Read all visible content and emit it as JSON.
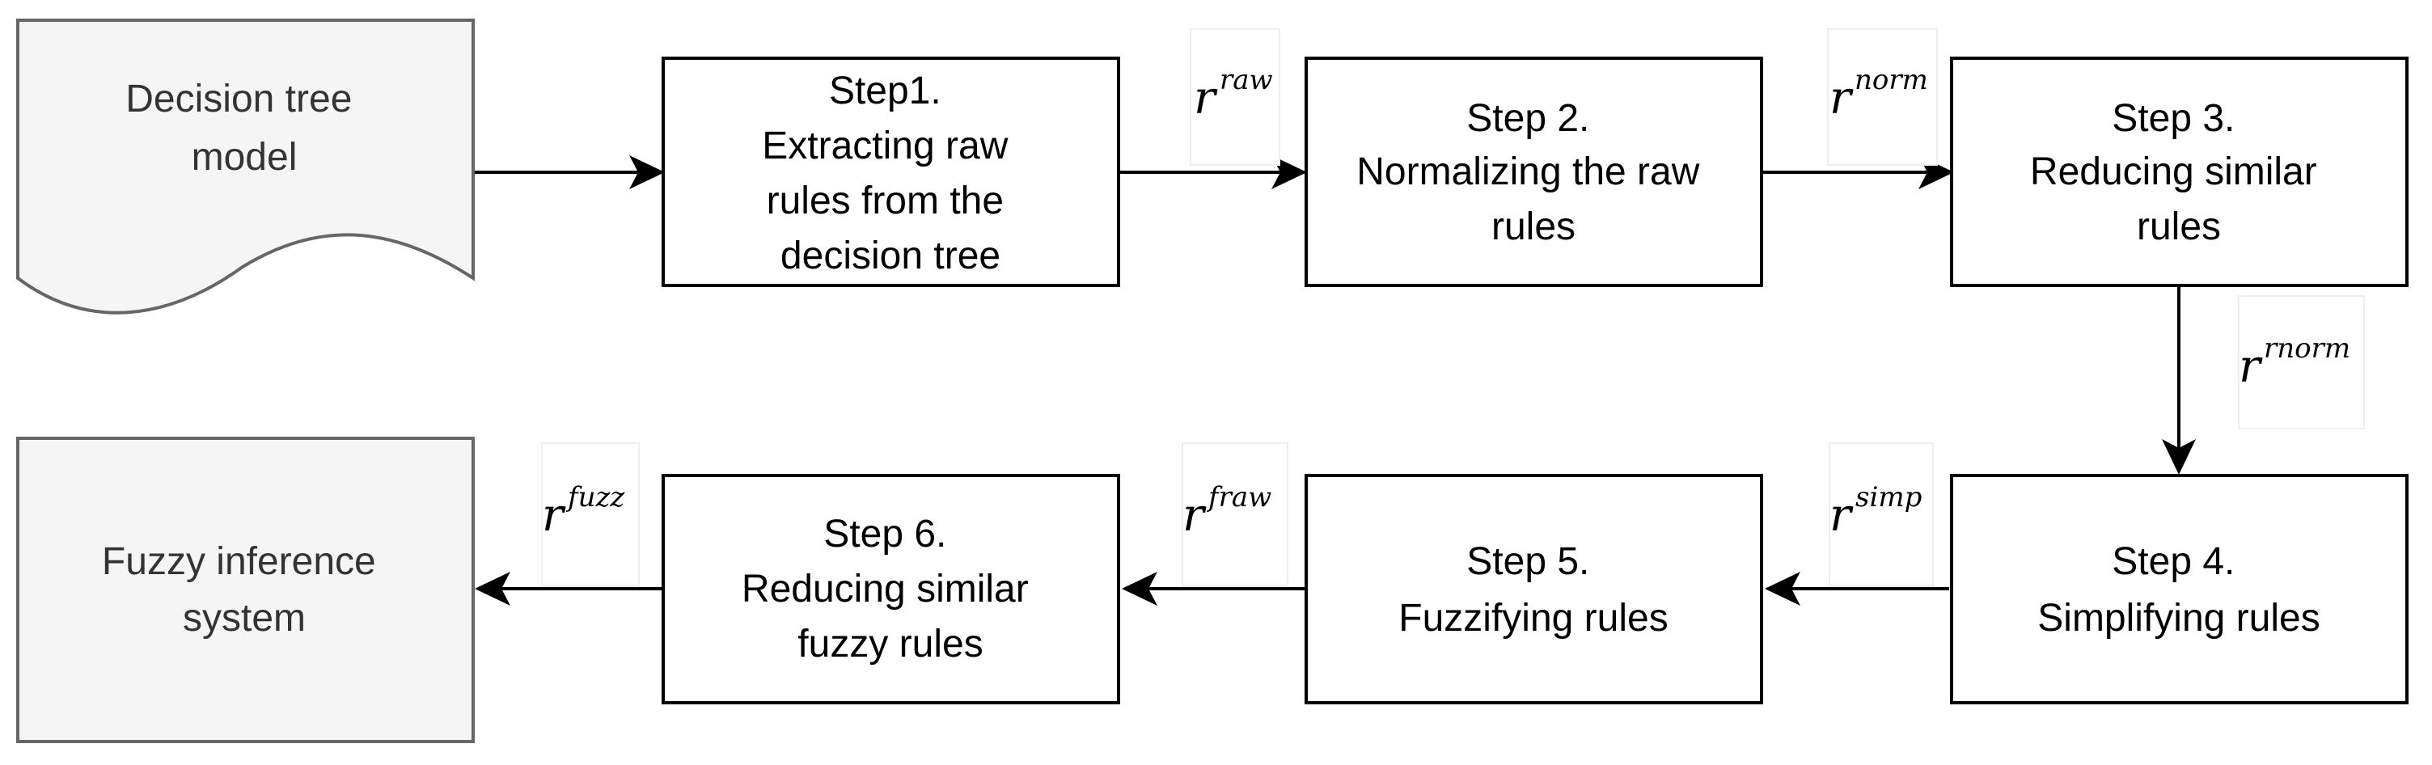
{
  "nodes": {
    "decision_tree": {
      "lines": [
        "Decision tree",
        "model"
      ]
    },
    "step1": {
      "lines": [
        "Step1.",
        "Extracting raw",
        "rules from the",
        "decision tree"
      ]
    },
    "step2": {
      "lines": [
        "Step 2.",
        "Normalizing the raw",
        "rules"
      ]
    },
    "step3": {
      "lines": [
        "Step 3.",
        "Reducing similar",
        "rules"
      ]
    },
    "step4": {
      "lines": [
        "Step 4.",
        "Simplifying rules"
      ]
    },
    "step5": {
      "lines": [
        "Step 5.",
        "Fuzzifying rules"
      ]
    },
    "step6": {
      "lines": [
        "Step 6.",
        "Reducing similar",
        "fuzzy rules"
      ]
    },
    "fis": {
      "lines": [
        "Fuzzy inference",
        "system"
      ]
    }
  },
  "labels": {
    "r_raw": {
      "base": "r",
      "sup": "raw"
    },
    "r_norm": {
      "base": "r",
      "sup": "norm"
    },
    "r_rnorm": {
      "base": "r",
      "sup": "rnorm"
    },
    "r_simp": {
      "base": "r",
      "sup": "simp"
    },
    "r_fraw": {
      "base": "r",
      "sup": "fraw"
    },
    "r_fuzz": {
      "base": "r",
      "sup": "fuzz"
    }
  },
  "colors": {
    "box_stroke": "#000000",
    "grey_fill": "#f5f5f5",
    "grey_stroke": "#666666",
    "arrow": "#000000"
  }
}
